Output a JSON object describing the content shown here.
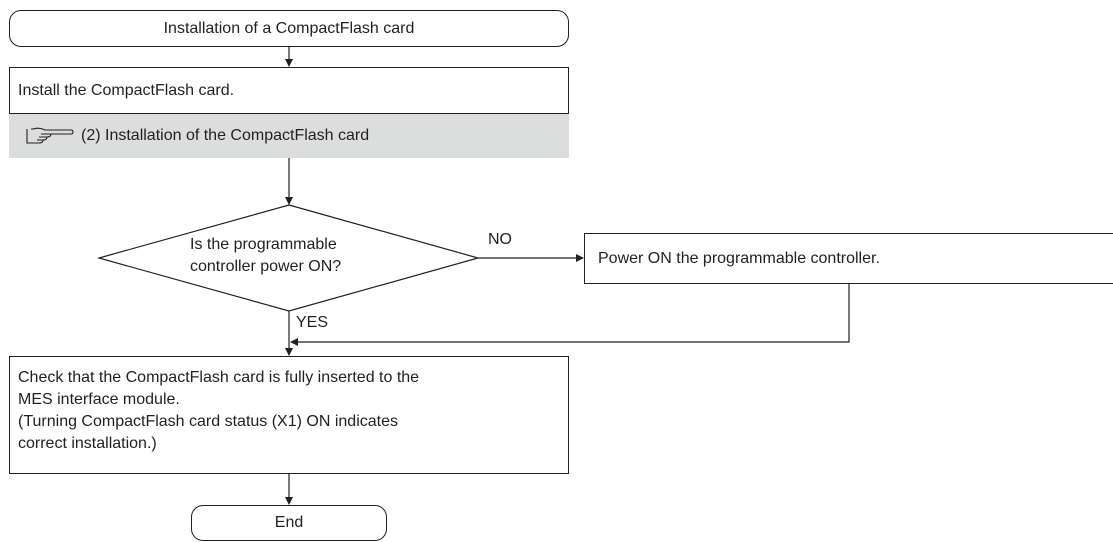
{
  "flow": {
    "start_label": "Installation of a CompactFlash card",
    "step_install": "Install the CompactFlash card.",
    "reference": "(2) Installation of the CompactFlash card",
    "decision": "Is the programmable\ncontroller power ON?",
    "no_label": "NO",
    "yes_label": "YES",
    "step_power_on": "Power ON the programmable controller.",
    "step_check": "Check that the CompactFlash card is fully inserted to the\nMES interface module.\n(Turning CompactFlash card status (X1) ON indicates\ncorrect installation.)",
    "end_label": "End"
  },
  "colors": {
    "line": "#231f20",
    "reference_bg": "#dcdddd"
  },
  "icons": {
    "reference": "pointing-hand-icon"
  }
}
